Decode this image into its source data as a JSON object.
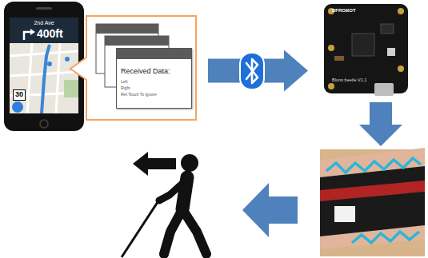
{
  "diagram": {
    "nodes": [
      {
        "text": [
          "2nd Ave",
          "400ft",
          "30"
        ]
      },
      {
        "text": [
          "Received Data:",
          "Left",
          "Right",
          "Ref.Touch To Ignore"
        ]
      },
      {
        "text": [
          "DFROBOT",
          "Bluno beetle V1.1"
        ]
      }
    ],
    "edges": [
      {
        "from": 1,
        "to": 2,
        "arrow": "to"
      }
    ]
  }
}
